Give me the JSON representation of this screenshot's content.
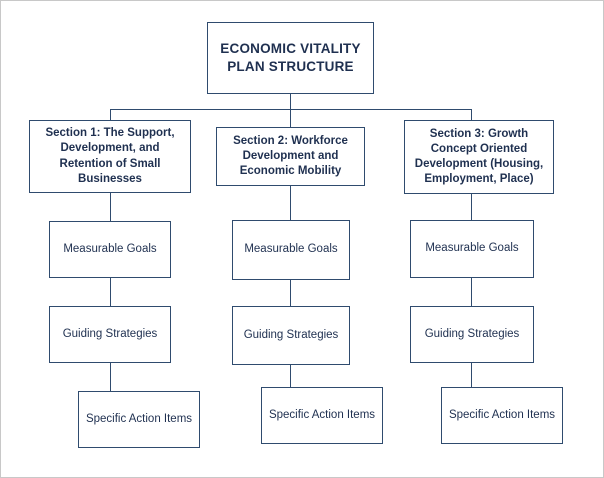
{
  "diagram": {
    "title": "ECONOMIC VITALITY PLAN STRUCTURE",
    "title_line1": "ECONOMIC VITALITY",
    "title_line2": "PLAN STRUCTURE",
    "colors": {
      "border": "#2f4b6e",
      "text": "#1f3050",
      "background": "#ffffff",
      "frame": "#c8c8c8"
    },
    "columns": [
      {
        "section": "Section 1: The Support, Development, and Retention of Small Businesses",
        "goals": "Measurable Goals",
        "strategies": "Guiding Strategies",
        "actions": "Specific Action Items"
      },
      {
        "section": "Section 2: Workforce Development and Economic Mobility",
        "goals": "Measurable Goals",
        "strategies": "Guiding Strategies",
        "actions": "Specific Action Items"
      },
      {
        "section": "Section 3: Growth Concept Oriented Development (Housing, Employment, Place)",
        "goals": "Measurable Goals",
        "strategies": "Guiding Strategies",
        "actions": "Specific Action Items"
      }
    ]
  }
}
